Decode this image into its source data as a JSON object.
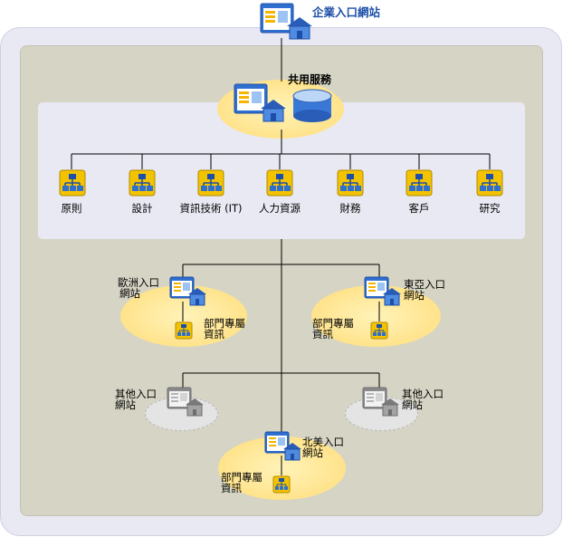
{
  "top_portal": {
    "title": "企業入口網站",
    "icon": "portal-house-icon"
  },
  "shared_services": {
    "title": "共用服務",
    "icons": [
      "portal-house-icon",
      "database-icon"
    ]
  },
  "departments": [
    {
      "label": "原則",
      "icon": "org-chart-icon"
    },
    {
      "label": "設計",
      "icon": "org-chart-icon"
    },
    {
      "label": "資訊技術 (IT)",
      "icon": "org-chart-icon"
    },
    {
      "label": "人力資源",
      "icon": "org-chart-icon"
    },
    {
      "label": "財務",
      "icon": "org-chart-icon"
    },
    {
      "label": "客戶",
      "icon": "org-chart-icon"
    },
    {
      "label": "研究",
      "icon": "org-chart-icon"
    }
  ],
  "regional_portals": {
    "europe": {
      "name_line1": "歐洲入口",
      "name_line2": "網站",
      "dept_line1": "部門專屬",
      "dept_line2": "資訊"
    },
    "east_asia": {
      "name_line1": "東亞入口",
      "name_line2": "網站",
      "dept_line1": "部門專屬",
      "dept_line2": "資訊"
    },
    "north_america": {
      "name_line1": "北美入口",
      "name_line2": "網站",
      "dept_line1": "部門專屬",
      "dept_line2": "資訊"
    }
  },
  "other_portals": [
    {
      "name_line1": "其他入口",
      "name_line2": "網站"
    },
    {
      "name_line1": "其他入口",
      "name_line2": "網站"
    }
  ],
  "colors": {
    "outer_background": "#e9e9f4",
    "inner_background": "#d6d4c4",
    "highlight_ellipse": "#ffe38c",
    "inactive_ellipse": "#e4e4e4",
    "title_blue": "#1d4fa8",
    "connector": "#000000"
  }
}
